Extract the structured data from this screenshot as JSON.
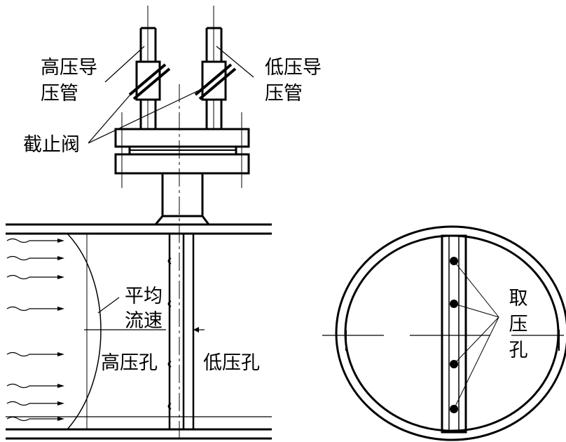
{
  "labels": {
    "high_tube_1": "高压导",
    "high_tube_2": "压管",
    "low_tube_1": "低压导",
    "low_tube_2": "压管",
    "valve": "截止阀",
    "avg_speed_1": "平均",
    "avg_speed_2": "流速",
    "high_hole": "高压孔",
    "low_hole": "低压孔",
    "tap_1": "取",
    "tap_2": "压",
    "tap_3": "孔"
  },
  "colors": {
    "ink": "#000000",
    "paper": "#ffffff"
  }
}
